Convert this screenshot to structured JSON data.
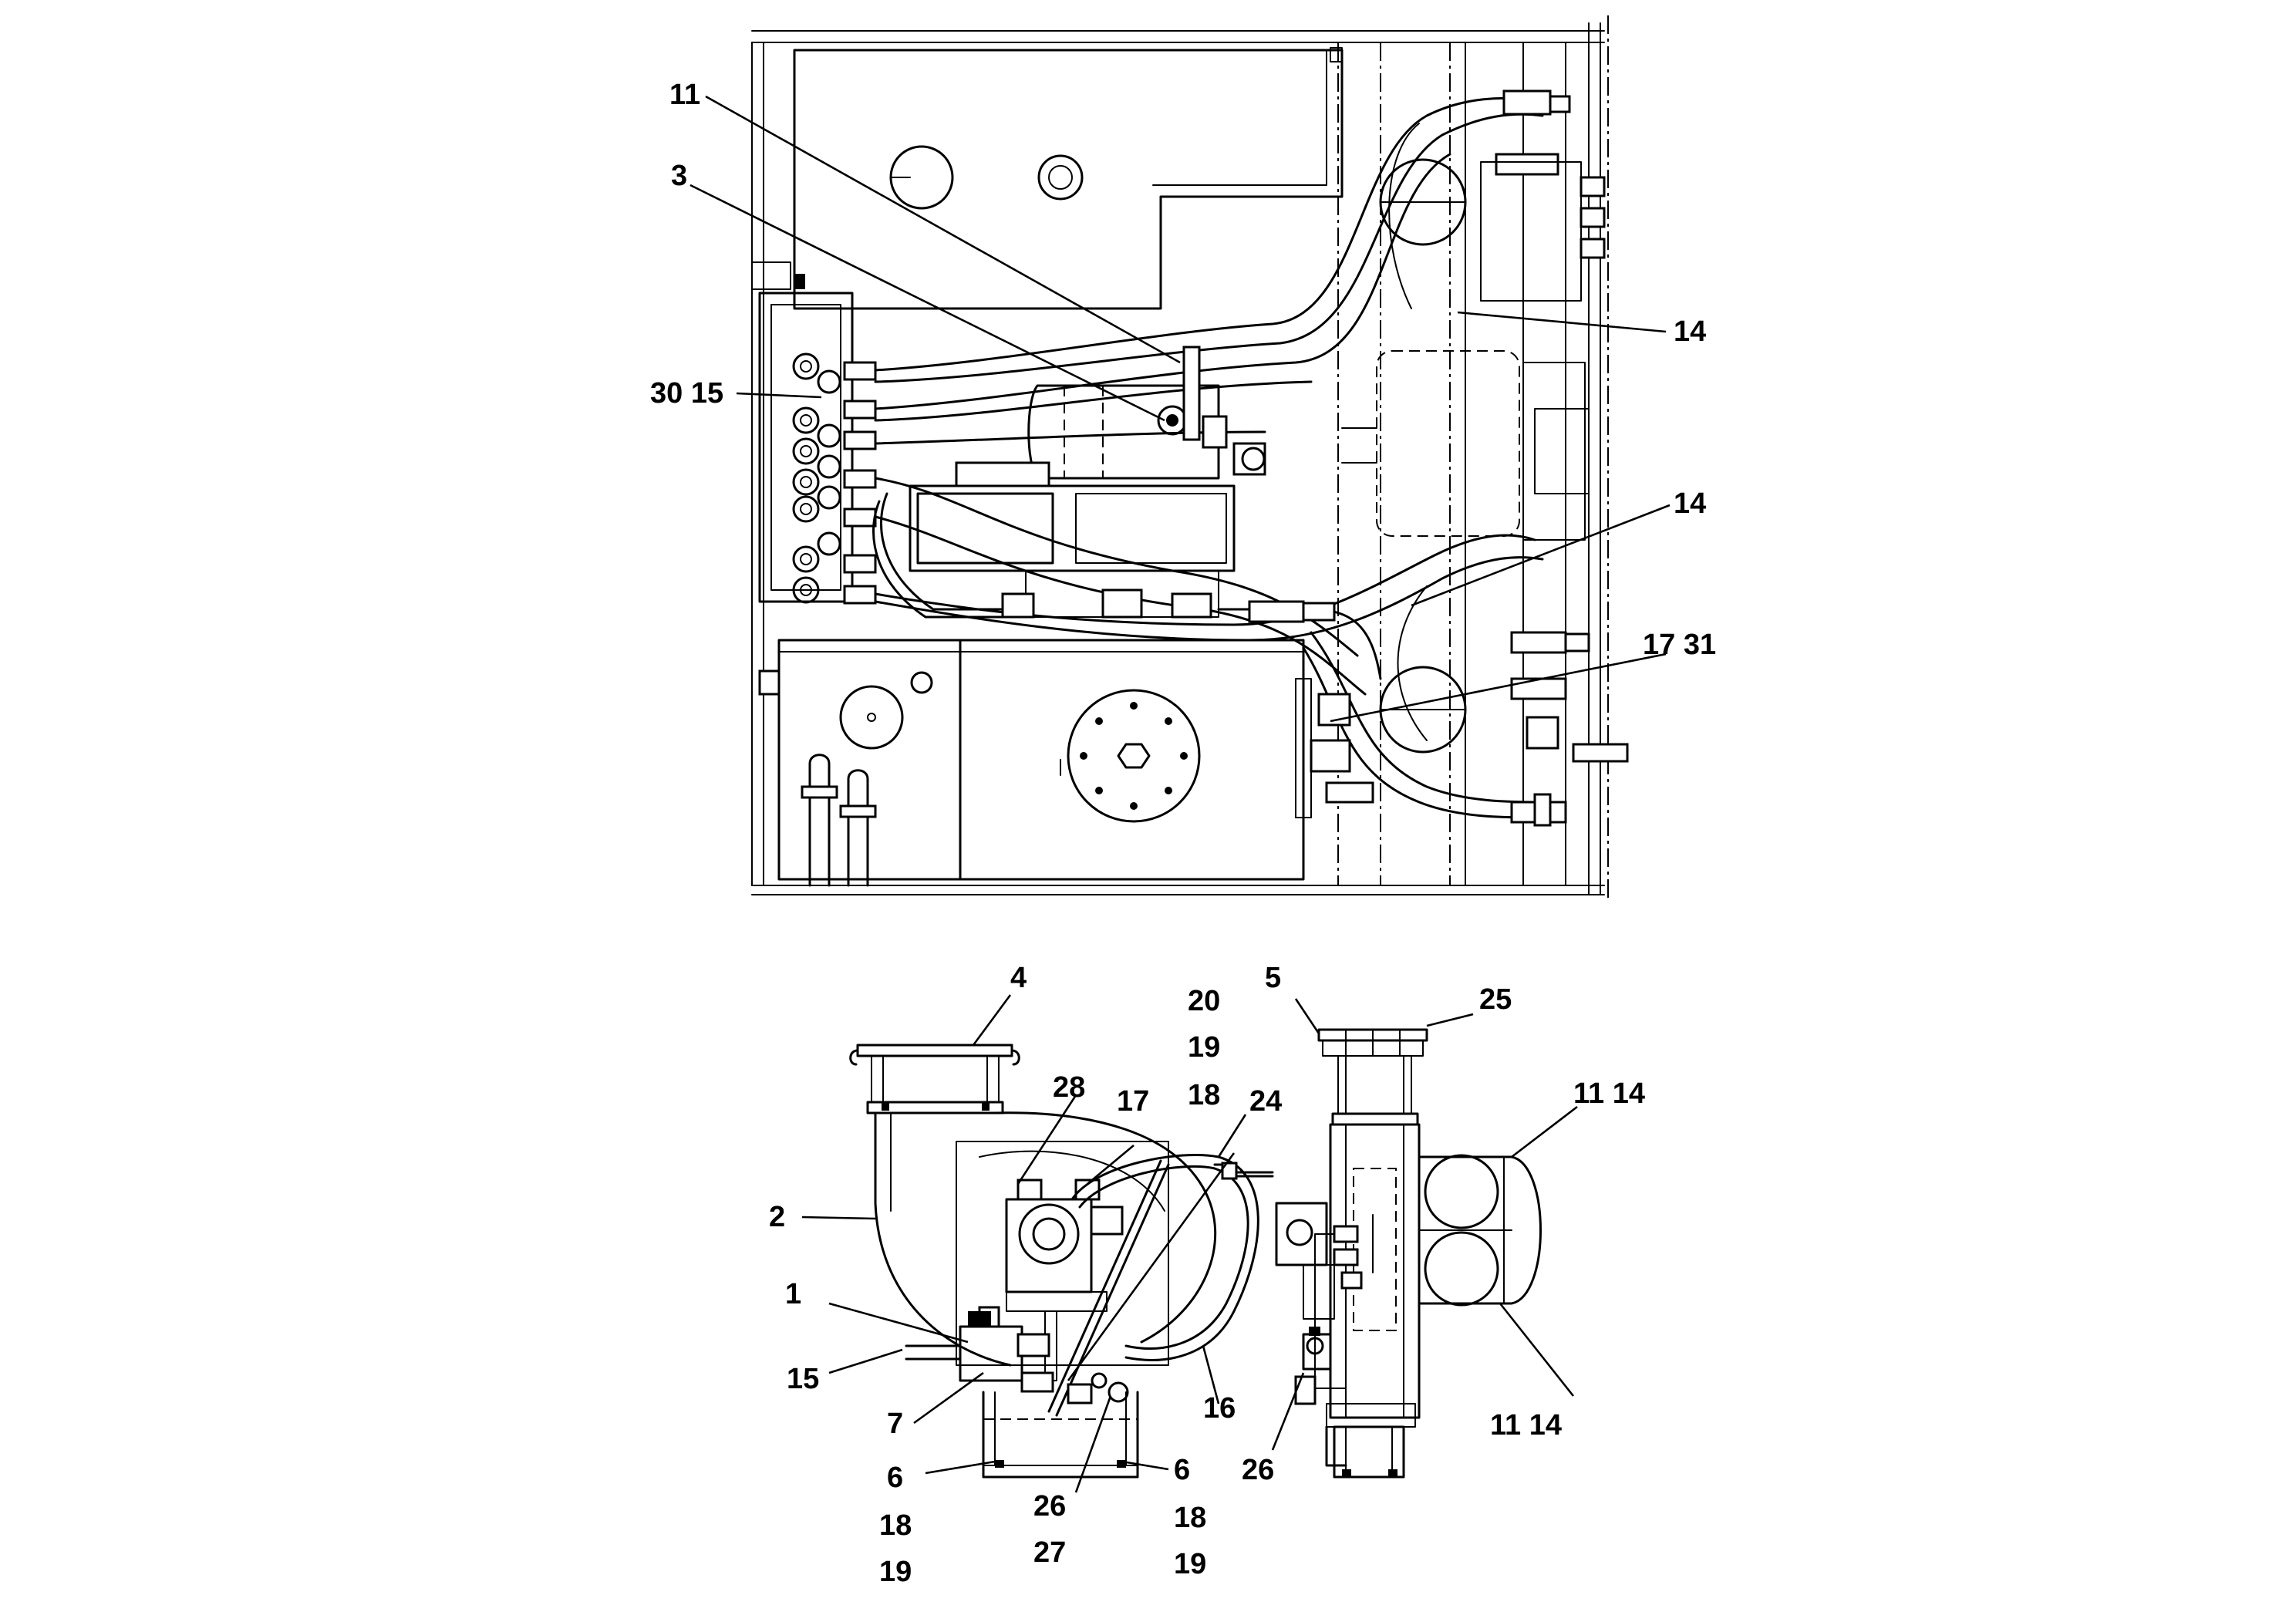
{
  "callouts": {
    "top": {
      "c11": "11",
      "c3": "3",
      "c30_15": "30 15",
      "c14a": "14",
      "c14b": "14",
      "c17_31": "17 31"
    },
    "front": {
      "c4": "4",
      "c20": "20",
      "c19a": "19",
      "c18a": "18",
      "c28": "28",
      "c17": "17",
      "c24": "24",
      "c2": "2",
      "c1": "1",
      "c15": "15",
      "c7": "7",
      "c16": "16",
      "c6a": "6",
      "c6b": "6",
      "c18b": "18",
      "c19b": "19",
      "c26": "26",
      "c27": "27",
      "c18c": "18",
      "c19c": "19"
    },
    "side": {
      "c5": "5",
      "c25": "25",
      "c11_14a": "11  14",
      "c11_14b": "11  14",
      "c26": "26"
    }
  }
}
